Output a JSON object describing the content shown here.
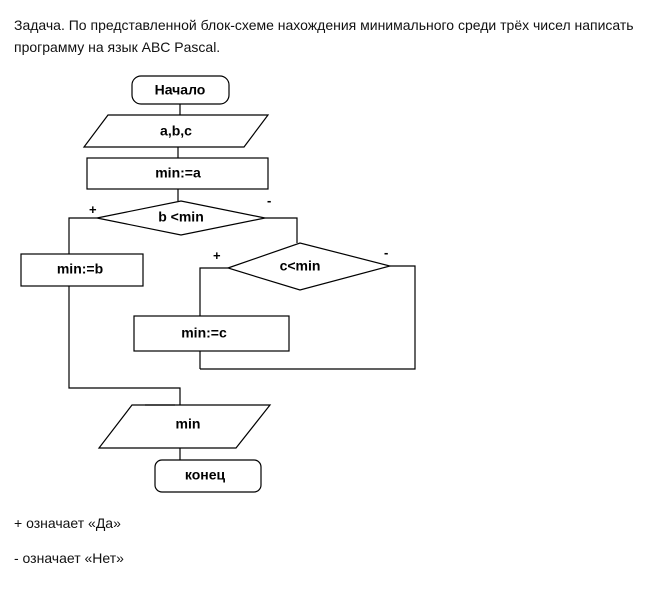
{
  "task": {
    "text": "Задача. По представленной блок-схеме нахождения минимального среди трёх чисел написать программу на язык ABC Pascal."
  },
  "flowchart": {
    "start": "Начало",
    "input": "a,b,c",
    "assign_a": "min:=a",
    "cond1": "b <min",
    "assign_b": "min:=b",
    "cond2": "c<min",
    "assign_c": "min:=c",
    "output": "min",
    "end": "конец",
    "plus": "+",
    "minus": "-"
  },
  "legend": {
    "plus": "+ означает «Да»",
    "minus": "- означает «Нет»"
  }
}
